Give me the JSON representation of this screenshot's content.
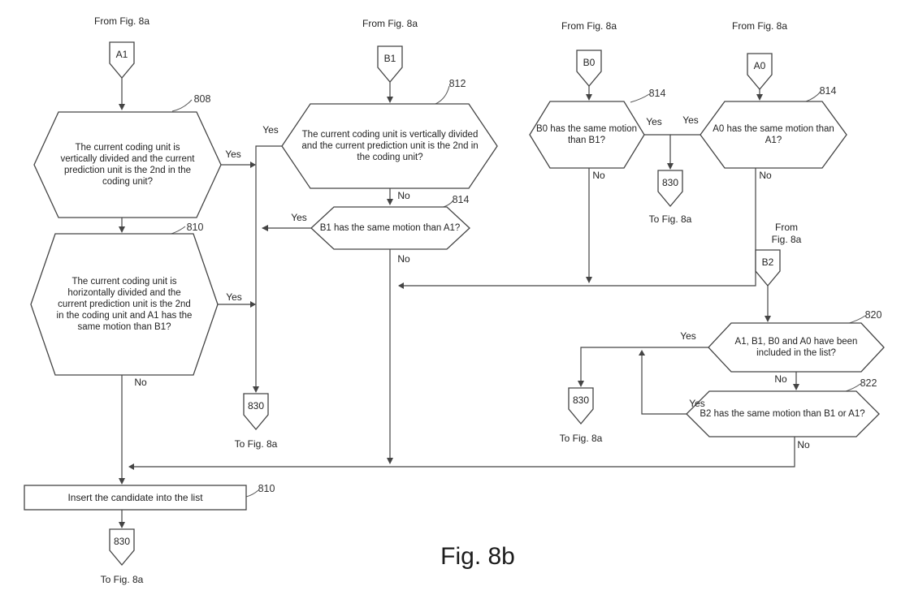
{
  "caption": "Fig. 8b",
  "labels": {
    "yes": "Yes",
    "no": "No",
    "from_fig": "From Fig. 8a",
    "from_fig_two_line": "From\nFig. 8a",
    "to_fig": "To Fig. 8a",
    "exit_ref": "830"
  },
  "connectors": {
    "a1": "A1",
    "b1": "B1",
    "b0": "B0",
    "a0": "A0",
    "b2": "B2"
  },
  "nodes": {
    "d808": {
      "ref": "808",
      "text": "The current coding unit is vertically divided and the current prediction unit is the 2nd in the coding unit?"
    },
    "d810": {
      "ref": "810",
      "text": "The current coding unit is horizontally divided and the current prediction unit is the 2nd in the coding unit and A1 has the same motion than B1?"
    },
    "d812": {
      "ref": "812",
      "text": "The current coding unit is vertically divided and the current prediction unit is the 2nd in the coding unit?"
    },
    "d814_b1": {
      "ref": "814",
      "text": "B1 has the same motion than A1?"
    },
    "d814_b0": {
      "ref": "814",
      "text": "B0 has the same motion than B1?"
    },
    "d814_a0": {
      "ref": "814",
      "text": "A0 has the same motion than A1?"
    },
    "d820": {
      "ref": "820",
      "text": "A1, B1, B0 and A0 have been included in the list?"
    },
    "d822": {
      "ref": "822",
      "text": "B2 has the same motion than B1 or A1?"
    },
    "insert": {
      "ref": "810",
      "text": "Insert the candidate into the list"
    }
  }
}
